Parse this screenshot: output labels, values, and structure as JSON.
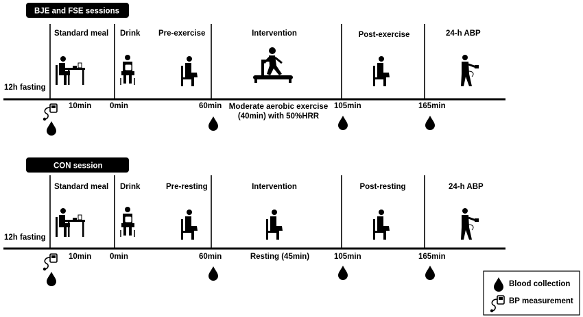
{
  "session_1": {
    "title": "BJE and FSE sessions",
    "phases": [
      "Standard meal",
      "Drink",
      "Pre-exercise",
      "Intervention",
      "Post-exercise",
      "24-h ABP"
    ],
    "fasting": "12h fasting",
    "times": [
      "10min",
      "0min",
      "60min",
      "105min",
      "165min"
    ],
    "intervention_note_line1": "Moderate aerobic exercise",
    "intervention_note_line2": "(40min) with 50%HRR"
  },
  "session_2": {
    "title": "CON session",
    "phases": [
      "Standard meal",
      "Drink",
      "Pre-resting",
      "Intervention",
      "Post-resting",
      "24-h ABP"
    ],
    "fasting": "12h fasting",
    "times": [
      "10min",
      "0min",
      "60min",
      "105min",
      "165min"
    ],
    "intervention_note": "Resting (45min)"
  },
  "legend": {
    "blood": "Blood collection",
    "bp": "BP measurement"
  },
  "icons": {
    "drop": "blood-drop-icon",
    "bp": "bp-monitor-icon",
    "meal": "person-eating-icon",
    "drink": "person-drinking-icon",
    "sit": "person-sitting-icon",
    "treadmill": "person-treadmill-icon",
    "walk": "person-walking-monitor-icon"
  },
  "colors": {
    "ink": "#000000",
    "label_bg": "#000000",
    "label_text": "#ffffff"
  }
}
